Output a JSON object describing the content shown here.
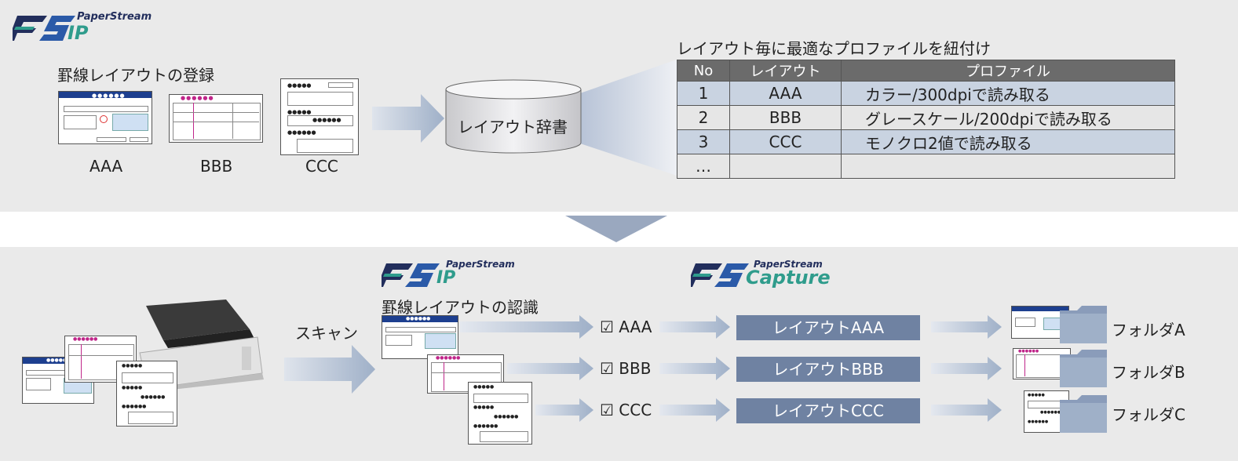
{
  "brand": {
    "paperstream": "PaperStream",
    "ip": "IP",
    "capture": "Capture"
  },
  "top": {
    "register_title": "罫線レイアウトの登録",
    "templates": [
      "AAA",
      "BBB",
      "CCC"
    ],
    "dictionary_label": "レイアウト辞書",
    "table_caption": "レイアウト毎に最適なプロファイルを紐付け",
    "table": {
      "headers": [
        "No",
        "レイアウト",
        "プロファイル"
      ],
      "rows": [
        [
          "1",
          "AAA",
          "カラー/300dpiで読み取る"
        ],
        [
          "2",
          "BBB",
          "グレースケール/200dpiで読み取る"
        ],
        [
          "3",
          "CCC",
          "モノクロ2値で読み取る"
        ],
        [
          "…",
          "",
          ""
        ]
      ]
    }
  },
  "bottom": {
    "scan_label": "スキャン",
    "recognize_title": "罫線レイアウトの認識",
    "checks": [
      "☑ AAA",
      "☑ BBB",
      "☑ CCC"
    ],
    "layouts": [
      "レイアウトAAA",
      "レイアウトBBB",
      "レイアウトCCC"
    ],
    "folders": [
      "フォルダA",
      "フォルダB",
      "フォルダC"
    ]
  },
  "colors": {
    "panel": "#eaeaea",
    "arrow_blue": "#a9b8cf",
    "layout_box": "#6f82a2",
    "logo_teal": "#2f9c8c",
    "logo_blue": "#2b5aa8",
    "logo_navy": "#222e5c"
  }
}
